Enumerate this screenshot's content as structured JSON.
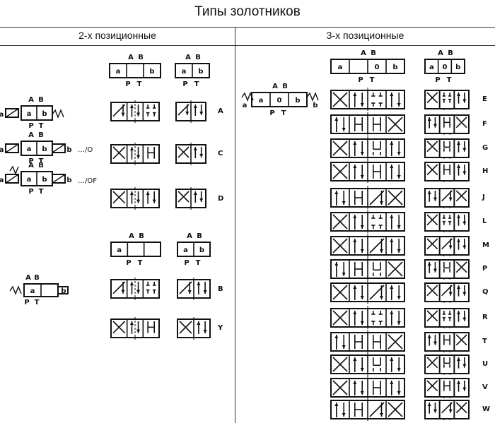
{
  "title": "Типы золотников",
  "header": {
    "left": "2-х позиционные",
    "right": "3-х позиционные"
  },
  "ports": {
    "A": "A",
    "B": "B",
    "P": "P",
    "T": "T"
  },
  "positions": {
    "a": "a",
    "b": "b",
    "zero": "0"
  },
  "suffixes": {
    "O": "…/O",
    "OF": "…/OF"
  },
  "codes_two": [
    "A",
    "C",
    "D",
    "B",
    "Y"
  ],
  "codes_three": [
    "E",
    "F",
    "G",
    "H",
    "J",
    "L",
    "M",
    "P",
    "Q",
    "R",
    "T",
    "U",
    "V",
    "W"
  ]
}
